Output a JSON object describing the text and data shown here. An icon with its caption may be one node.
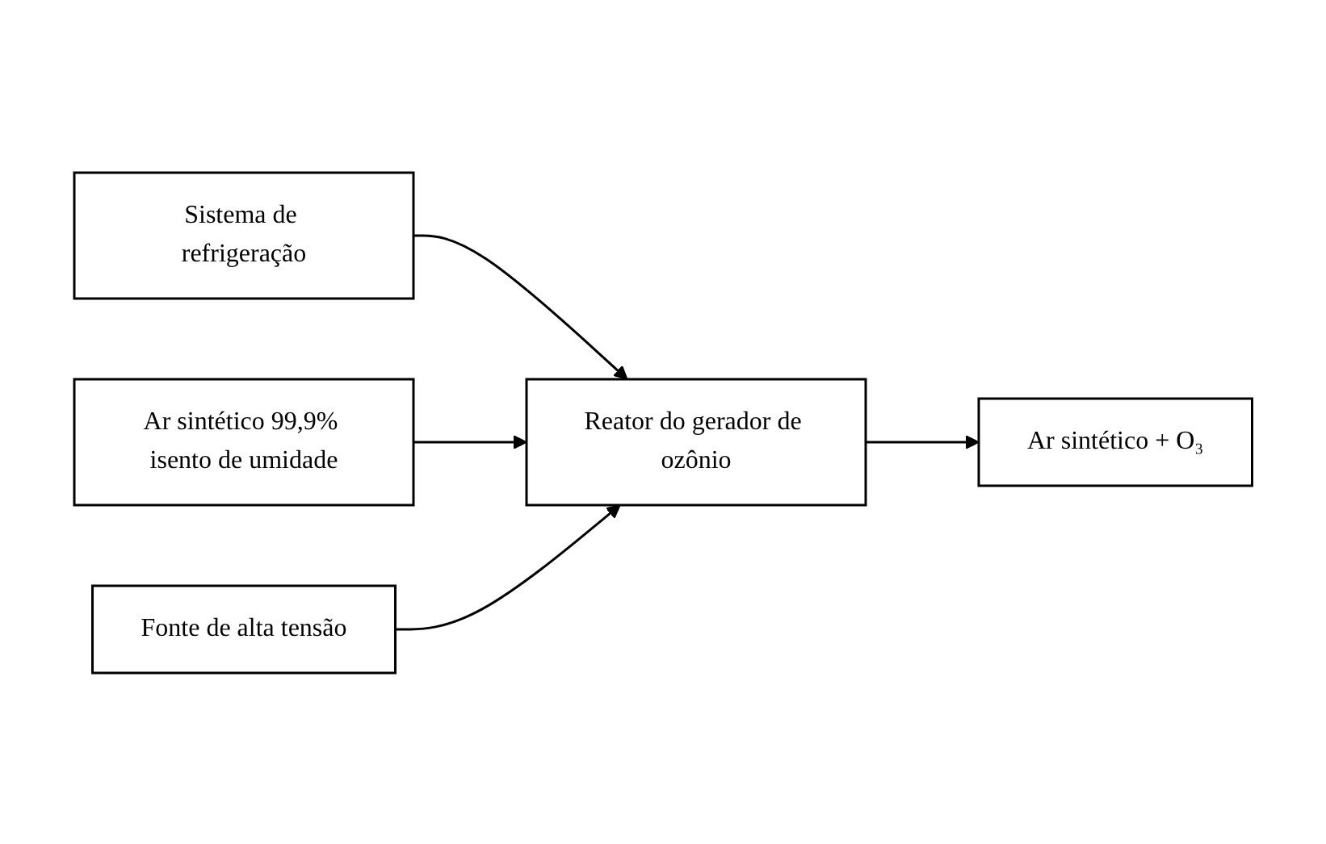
{
  "diagram": {
    "nodes": [
      {
        "text": [
          "Sistema de refrigeração"
        ]
      },
      {
        "text": [
          "Ar sintético 99,9% isento de umidade"
        ]
      },
      {
        "text": [
          "Reator do gerador de ozônio"
        ]
      },
      {
        "text": [
          "Ar sintético + O₃"
        ]
      },
      {
        "text": [
          "Fonte de alta tensão"
        ]
      }
    ],
    "edges": [
      {
        "from": 0,
        "to": 2,
        "arrow": "to"
      },
      {
        "from": 1,
        "to": 2,
        "arrow": "to"
      },
      {
        "from": 2,
        "to": 3,
        "arrow": "to"
      },
      {
        "from": 4,
        "to": 2,
        "arrow": "to"
      }
    ]
  }
}
